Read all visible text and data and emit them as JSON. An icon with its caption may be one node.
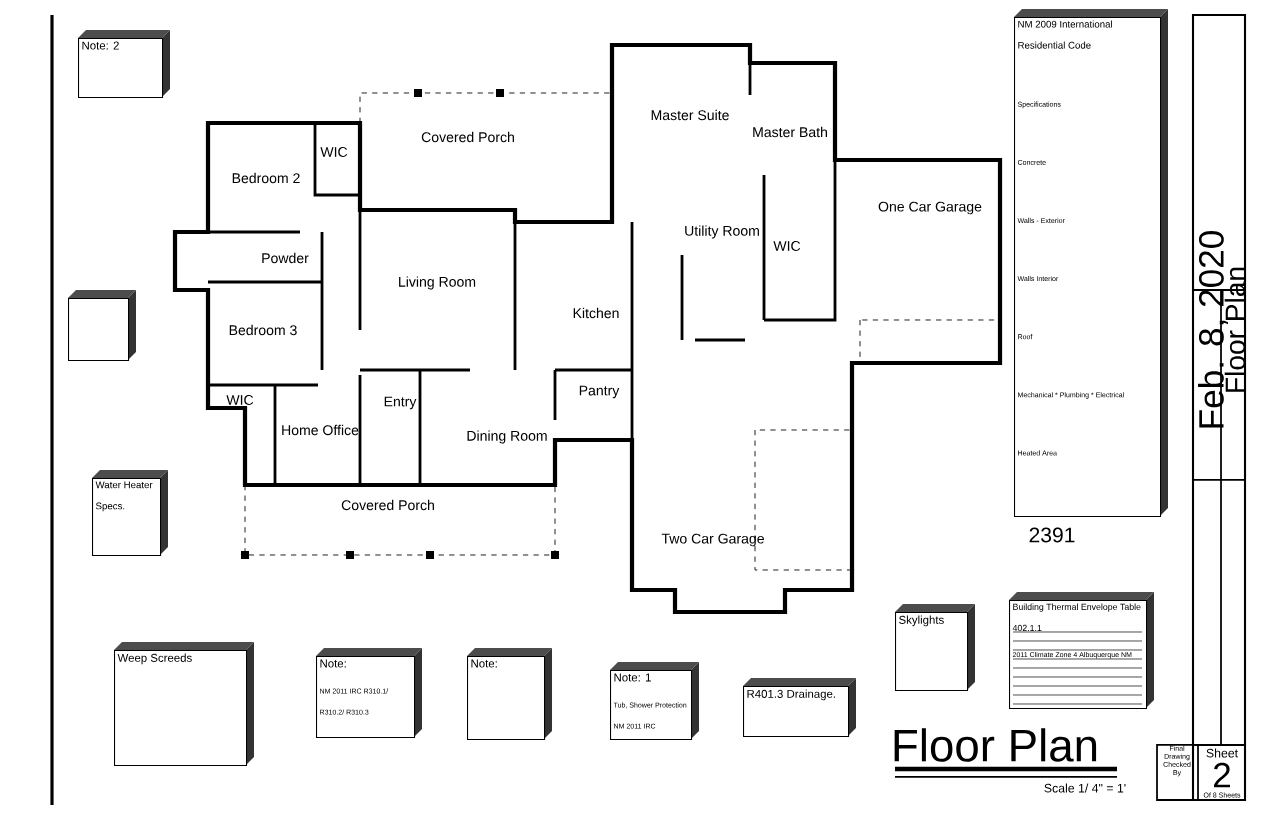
{
  "diagram": {
    "nodes": [
      {
        "text": [
          "Covered Porch"
        ]
      },
      {
        "text": [
          "Master Suite"
        ]
      },
      {
        "text": [
          "Master Bath"
        ]
      },
      {
        "text": [
          "Bedroom 2"
        ]
      },
      {
        "text": [
          "WIC"
        ]
      },
      {
        "text": [
          "Powder"
        ]
      },
      {
        "text": [
          "Living Room"
        ]
      },
      {
        "text": [
          "Kitchen"
        ]
      },
      {
        "text": [
          "Utility Room"
        ]
      },
      {
        "text": [
          "WIC"
        ]
      },
      {
        "text": [
          "One Car Garage"
        ]
      },
      {
        "text": [
          "Bedroom 3"
        ]
      },
      {
        "text": [
          "WIC"
        ]
      },
      {
        "text": [
          "Home Office"
        ]
      },
      {
        "text": [
          "Entry"
        ]
      },
      {
        "text": [
          "Dining Room"
        ]
      },
      {
        "text": [
          "Pantry"
        ]
      },
      {
        "text": [
          "Two Car Garage"
        ]
      },
      {
        "text": [
          "Covered Porch"
        ]
      },
      {
        "text": [
          "Note: 2"
        ]
      },
      {
        "text": [],
        "shape": "box"
      },
      {
        "text": [
          "Water Heater Specs."
        ]
      },
      {
        "text": [
          "Weep Screeds"
        ]
      },
      {
        "text": [
          "Note:",
          "NM 2011 IRC R310.1/ R310.2/ R310.3"
        ]
      },
      {
        "text": [
          "Note:"
        ]
      },
      {
        "text": [
          "Note: 1",
          "Tub, Shower Protection NM 2011 IRC"
        ]
      },
      {
        "text": [
          "R401.3 Drainage."
        ]
      },
      {
        "text": [
          "Skylights"
        ]
      },
      {
        "text": [
          "Building Thermal Envelope Table 402.1.1",
          "2011 Climate Zone 4 Albuquerque NM"
        ]
      },
      {
        "text": [
          "NM 2009 International Residential Code",
          "Specifications",
          "Concrete",
          "Walls - Exterior",
          "Walls Interior",
          "Roof",
          "Mechanical * Plumbing * Electrical",
          "Heated Area"
        ]
      }
    ],
    "labels": [
      "2391",
      "Floor Plan",
      "Scale 1/ 4\" = 1'",
      "Feb. 8, 2020",
      "Floor Plan",
      "Sheet",
      "2",
      "Of 8 Sheets",
      "Final Drawing Checked By"
    ]
  }
}
